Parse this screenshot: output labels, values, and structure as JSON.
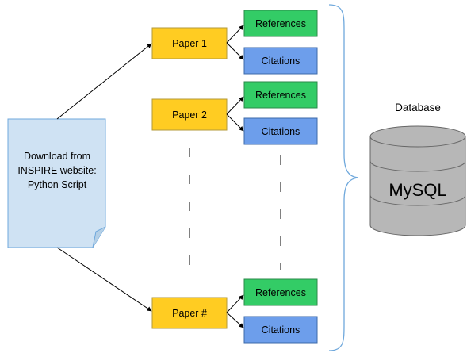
{
  "source": {
    "lines": [
      "Download from",
      "INSPIRE website:",
      "Python Script"
    ],
    "fill": "#cfe2f3",
    "stroke": "#6fa8dc"
  },
  "papers": [
    {
      "label": "Paper 1",
      "references_label": "References",
      "citations_label": "Citations"
    },
    {
      "label": "Paper 2",
      "references_label": "References",
      "citations_label": "Citations"
    },
    {
      "label": "Paper #",
      "references_label": "References",
      "citations_label": "Citations"
    }
  ],
  "database": {
    "title": "Database",
    "label": "MySQL"
  },
  "colors": {
    "paper_fill": "#ffcc22",
    "paper_stroke": "#b39a3a",
    "references_fill": "#33cc66",
    "references_stroke": "#2b8a4a",
    "citations_fill": "#6d9eeb",
    "citations_stroke": "#3c6aa8",
    "db_fill": "#b7b7b7",
    "db_stroke": "#666666",
    "brace": "#6fa8dc",
    "line": "#000000"
  }
}
